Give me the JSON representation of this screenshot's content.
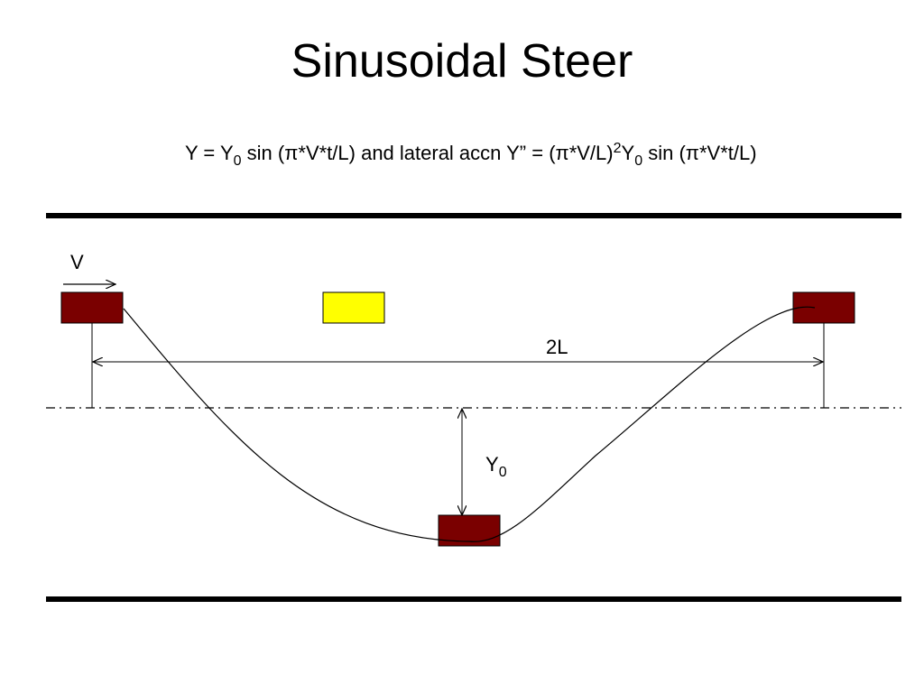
{
  "slide": {
    "title": "Sinusoidal Steer"
  },
  "formula": {
    "part1": "Y = Y",
    "sub1": "0",
    "part2": " sin (π*V*t/L)  and  lateral accn Y” = (π*V/L)",
    "sup1": "2",
    "part3": "Y",
    "sub2": "0",
    "part4": " sin (π*V*t/L)"
  },
  "labels": {
    "velocity": "V",
    "distance": "2L",
    "amplitude_base": "Y",
    "amplitude_sub": "0"
  },
  "colors": {
    "vehicle": "#7a0000",
    "obstacle": "#ffff00",
    "road_edge": "#000000",
    "centerline": "#000000"
  }
}
